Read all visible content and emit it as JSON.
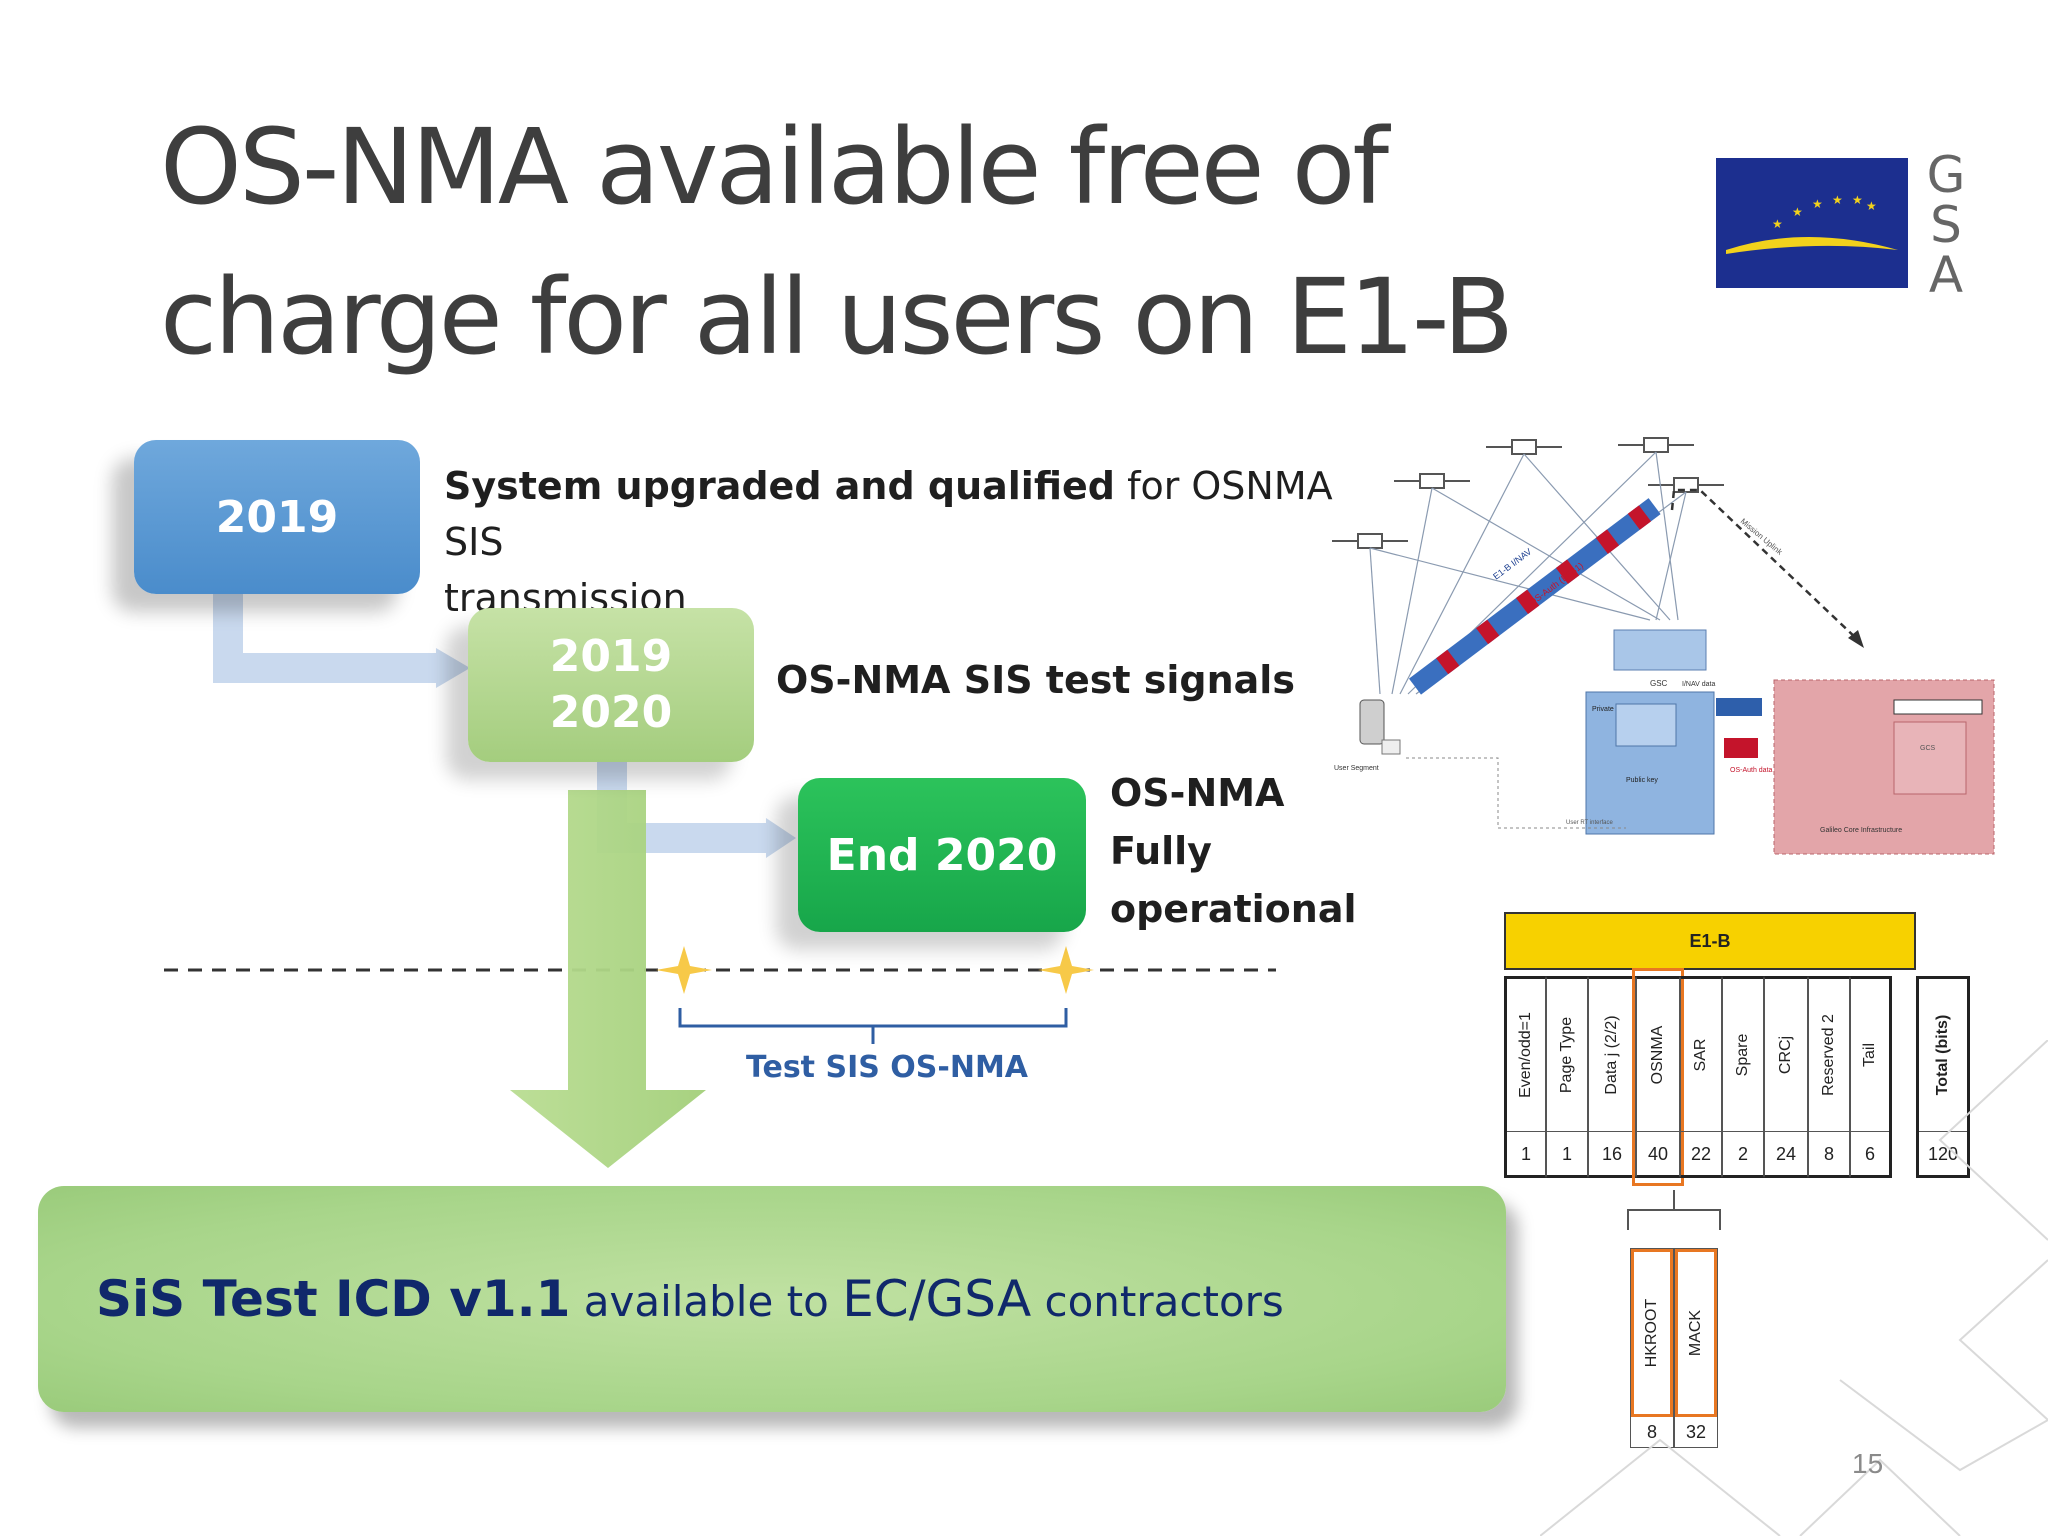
{
  "title": {
    "line1": "OS-NMA available free of",
    "line2": "charge for all users on E1-B"
  },
  "logo": {
    "letters": [
      "G",
      "S",
      "A"
    ],
    "flag_color": "#1c2f8f",
    "arc_color": "#f2d21c"
  },
  "timeline": {
    "step1": {
      "year": "2019",
      "desc_bold": "System upgraded and qualified",
      "desc_rest": " for OSNMA SIS",
      "desc_line2": "transmission",
      "color": "#5b9bd5"
    },
    "step2": {
      "year_line1": "2019",
      "year_line2": "2020",
      "desc": "OS-NMA SIS test signals",
      "color": "#a9d18e"
    },
    "step3": {
      "year": "End 2020",
      "desc_line1": "OS-NMA",
      "desc_line2": "Fully",
      "desc_line3": "operational",
      "color": "#1fad4f"
    },
    "test_label": "Test SIS OS-NMA"
  },
  "banner": {
    "bold": "SiS Test ICD v1.1",
    "rest_part1": " available to ",
    "rest_part2": "EC/GSA",
    "rest_part3": " contractors"
  },
  "architecture": {
    "signal_label_top": "E1-B I/NAV",
    "signal_label_bottom": "OS-Auth (E5B1)",
    "mission_uplink": "Mission Uplink",
    "gsc": "GSC",
    "inav_data": "I/NAV data",
    "private_key": "Private key",
    "os_auth_data": "OS-Auth data",
    "public_key": "Public key",
    "user_segment": "User Segment",
    "user_interface": "User RT interface",
    "os_auth": "OS-Auth",
    "galileo_core": "Galileo Core Infrastructure",
    "gcs": "GCS"
  },
  "e1b": {
    "header": "E1-B",
    "columns": [
      {
        "name": "Even/odd=1",
        "bits": "1"
      },
      {
        "name": "Page Type",
        "bits": "1"
      },
      {
        "name": "Data j (2/2)",
        "bits": "16"
      },
      {
        "name": "OSNMA",
        "bits": "40"
      },
      {
        "name": "SAR",
        "bits": "22"
      },
      {
        "name": "Spare",
        "bits": "2"
      },
      {
        "name": "CRCj",
        "bits": "24"
      },
      {
        "name": "Reserved 2",
        "bits": "8"
      },
      {
        "name": "Tail",
        "bits": "6"
      }
    ],
    "total_label": "Total (bits)",
    "total_value": "120",
    "sub": [
      {
        "name": "HKROOT",
        "bits": "8"
      },
      {
        "name": "MACK",
        "bits": "32"
      }
    ]
  },
  "page_number": "15"
}
